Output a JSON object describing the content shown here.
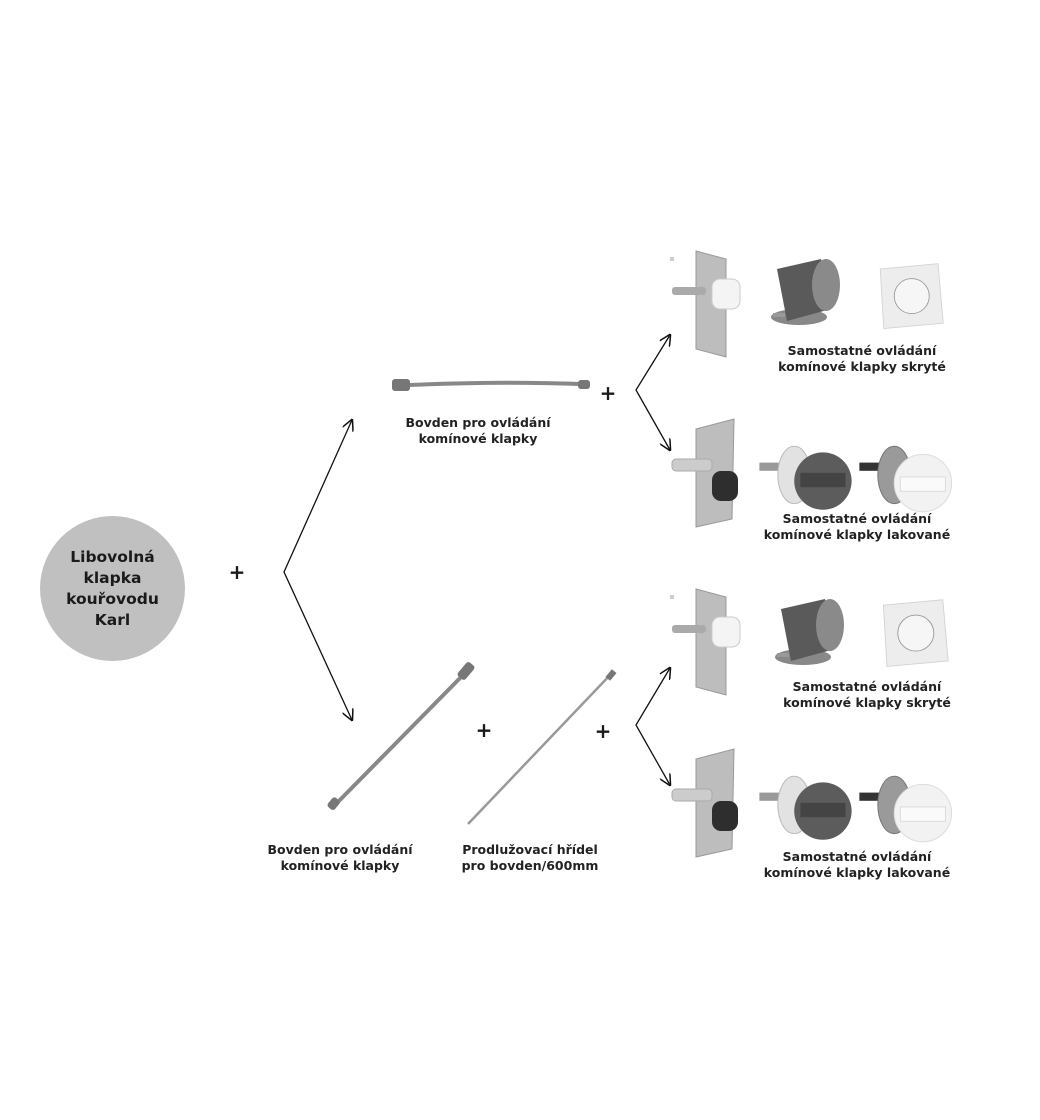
{
  "source_node": {
    "text": "Libovolná klapka kouřovodu Karl"
  },
  "operators": {
    "plus": "+"
  },
  "branch_top": {
    "cable_label_1": "Bovden pro ovládání",
    "cable_label_2": "komínové klapky",
    "options": [
      {
        "label_1": "Samostatné ovládání",
        "label_2": "komínové klapky skryté"
      },
      {
        "label_1": "Samostatné ovládání",
        "label_2": "komínové klapky lakované"
      }
    ]
  },
  "branch_bottom": {
    "cable_label_1": "Bovden pro ovládání",
    "cable_label_2": "komínové klapky",
    "shaft_label_1": "Prodlužovací hřídel",
    "shaft_label_2": "pro bovden/600mm",
    "options": [
      {
        "label_1": "Samostatné ovládání",
        "label_2": "komínové klapky skryté"
      },
      {
        "label_1": "Samostatné ovládání",
        "label_2": "komínové klapky lakované"
      }
    ]
  },
  "colors": {
    "node_fill": "#c0c0c0",
    "metal": "#9a9a9a",
    "dark": "#3a3a3a"
  }
}
